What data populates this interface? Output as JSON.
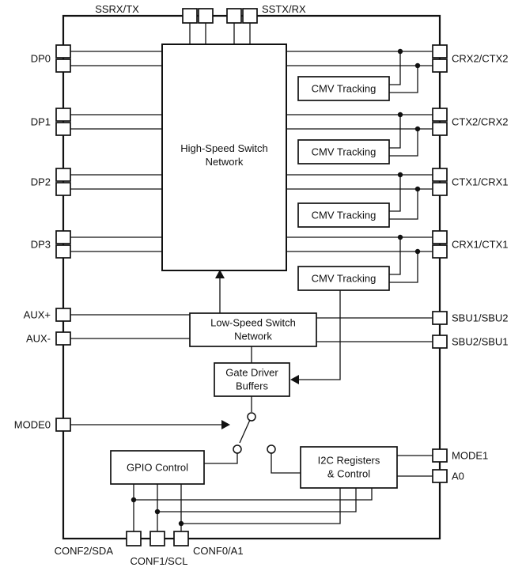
{
  "diagram": {
    "pins": {
      "top": [
        {
          "label": "SSRX/TX"
        },
        {
          "label": "SSTX/RX"
        }
      ],
      "left": [
        {
          "label": "DP0"
        },
        {
          "label": "DP1"
        },
        {
          "label": "DP2"
        },
        {
          "label": "DP3"
        },
        {
          "label": "AUX+"
        },
        {
          "label": "AUX-"
        },
        {
          "label": "MODE0"
        }
      ],
      "right": [
        {
          "label": "CRX2/CTX2"
        },
        {
          "label": "CTX2/CRX2"
        },
        {
          "label": "CTX1/CRX1"
        },
        {
          "label": "CRX1/CTX1"
        },
        {
          "label": "SBU1/SBU2"
        },
        {
          "label": "SBU2/SBU1"
        },
        {
          "label": "MODE1"
        },
        {
          "label": "A0"
        }
      ],
      "bottom": [
        {
          "label": "CONF2/SDA"
        },
        {
          "label": "CONF1/SCL"
        },
        {
          "label": "CONF0/A1"
        }
      ]
    },
    "blocks": {
      "high_speed_switch": {
        "line1": "High-Speed Switch",
        "line2": "Network"
      },
      "cmv_tracking_1": {
        "label": "CMV Tracking"
      },
      "cmv_tracking_2": {
        "label": "CMV Tracking"
      },
      "cmv_tracking_3": {
        "label": "CMV Tracking"
      },
      "cmv_tracking_4": {
        "label": "CMV Tracking"
      },
      "low_speed_switch": {
        "line1": "Low-Speed Switch",
        "line2": "Network"
      },
      "gate_driver": {
        "line1": "Gate Driver",
        "line2": "Buffers"
      },
      "gpio": {
        "label": "GPIO Control"
      },
      "i2c": {
        "line1": "I2C Registers",
        "line2": "& Control"
      }
    },
    "colors": {
      "line": "#111111",
      "background": "#ffffff"
    }
  }
}
